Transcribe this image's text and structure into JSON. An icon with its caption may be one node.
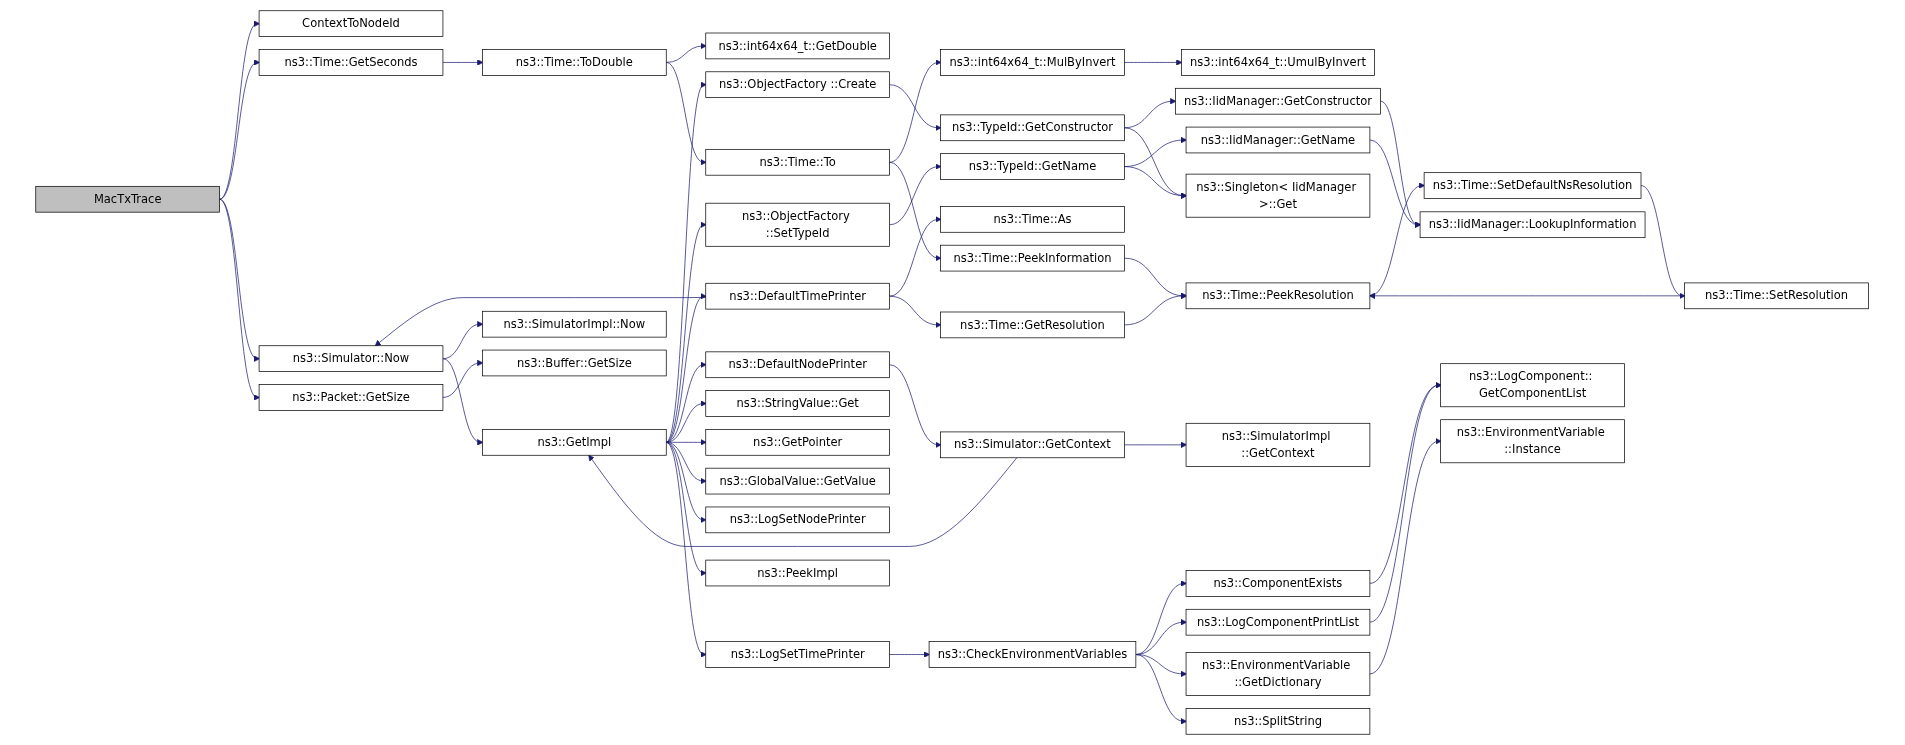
{
  "diagram": {
    "nodes": [
      {
        "text": [
          "MacTxTrace"
        ]
      },
      {
        "text": [
          "ContextToNodeId"
        ]
      },
      {
        "text": [
          "ns3::Time::GetSeconds"
        ]
      },
      {
        "text": [
          "ns3::Simulator::Now"
        ]
      },
      {
        "text": [
          "ns3::Packet::GetSize"
        ]
      },
      {
        "text": [
          "ns3::Time::ToDouble"
        ]
      },
      {
        "text": [
          "ns3::GetImpl"
        ]
      },
      {
        "text": [
          "ns3::SimulatorImpl::Now"
        ]
      },
      {
        "text": [
          "ns3::Buffer::GetSize"
        ]
      },
      {
        "text": [
          "ns3::int64x64_t::GetDouble"
        ]
      },
      {
        "text": [
          "ns3::Time::To"
        ]
      },
      {
        "text": [
          "ns3::DefaultTimePrinter"
        ]
      },
      {
        "text": [
          "ns3::ObjectFactory ::Create"
        ]
      },
      {
        "text": [
          "ns3::ObjectFactory ::SetTypeId"
        ]
      },
      {
        "text": [
          "ns3::DefaultNodePrinter"
        ]
      },
      {
        "text": [
          "ns3::StringValue::Get"
        ]
      },
      {
        "text": [
          "ns3::GetPointer"
        ]
      },
      {
        "text": [
          "ns3::GlobalValue::GetValue"
        ]
      },
      {
        "text": [
          "ns3::LogSetNodePrinter"
        ]
      },
      {
        "text": [
          "ns3::LogSetTimePrinter"
        ]
      },
      {
        "text": [
          "ns3::PeekImpl"
        ]
      },
      {
        "text": [
          "ns3::int64x64_t::MulByInvert"
        ]
      },
      {
        "text": [
          "ns3::Time::PeekInformation"
        ]
      },
      {
        "text": [
          "ns3::Time::GetResolution"
        ]
      },
      {
        "text": [
          "ns3::Time::As"
        ]
      },
      {
        "text": [
          "ns3::TypeId::GetConstructor"
        ]
      },
      {
        "text": [
          "ns3::TypeId::GetName"
        ]
      },
      {
        "text": [
          "ns3::Simulator::GetContext"
        ]
      },
      {
        "text": [
          "ns3::CheckEnvironmentVariables"
        ]
      },
      {
        "text": [
          "ns3::int64x64_t::UmulByInvert"
        ]
      },
      {
        "text": [
          "ns3::Time::PeekResolution"
        ]
      },
      {
        "text": [
          "ns3::IidManager::GetConstructor"
        ]
      },
      {
        "text": [
          "ns3::Singleton< IidManager >::Get"
        ]
      },
      {
        "text": [
          "ns3::IidManager::GetName"
        ]
      },
      {
        "text": [
          "ns3::SimulatorImpl ::GetContext"
        ]
      },
      {
        "text": [
          "ns3::ComponentExists"
        ]
      },
      {
        "text": [
          "ns3::LogComponentPrintList"
        ]
      },
      {
        "text": [
          "ns3::EnvironmentVariable ::GetDictionary"
        ]
      },
      {
        "text": [
          "ns3::SplitString"
        ]
      },
      {
        "text": [
          "ns3::Time::SetDefaultNsResolution"
        ]
      },
      {
        "text": [
          "ns3::IidManager::LookupInformation"
        ]
      },
      {
        "text": [
          "ns3::LogComponent:: GetComponentList"
        ]
      },
      {
        "text": [
          "ns3::EnvironmentVariable ::Instance"
        ]
      },
      {
        "text": [
          "ns3::Time::SetResolution"
        ]
      }
    ],
    "edges": [
      {
        "from": 0,
        "to": 1,
        "arrow": "to"
      },
      {
        "from": 0,
        "to": 2,
        "arrow": "to"
      },
      {
        "from": 0,
        "to": 3,
        "arrow": "to"
      },
      {
        "from": 0,
        "to": 4,
        "arrow": "to"
      },
      {
        "from": 2,
        "to": 5,
        "arrow": "to"
      },
      {
        "from": 5,
        "to": 9,
        "arrow": "to"
      },
      {
        "from": 5,
        "to": 10,
        "arrow": "to"
      },
      {
        "from": 10,
        "to": 21,
        "arrow": "to"
      },
      {
        "from": 10,
        "to": 22,
        "arrow": "to"
      },
      {
        "from": 21,
        "to": 29,
        "arrow": "to"
      },
      {
        "from": 22,
        "to": 30,
        "arrow": "to"
      },
      {
        "from": 30,
        "to": 39,
        "arrow": "to"
      },
      {
        "from": 39,
        "to": 43,
        "arrow": "to"
      },
      {
        "from": 43,
        "to": 30,
        "arrow": "to"
      },
      {
        "from": 3,
        "to": 6,
        "arrow": "to"
      },
      {
        "from": 3,
        "to": 7,
        "arrow": "to"
      },
      {
        "from": 11,
        "to": 3,
        "arrow": "to"
      },
      {
        "from": 4,
        "to": 8,
        "arrow": "to"
      },
      {
        "from": 6,
        "to": 11,
        "arrow": "to"
      },
      {
        "from": 6,
        "to": 12,
        "arrow": "to"
      },
      {
        "from": 6,
        "to": 13,
        "arrow": "to"
      },
      {
        "from": 6,
        "to": 14,
        "arrow": "to"
      },
      {
        "from": 6,
        "to": 15,
        "arrow": "to"
      },
      {
        "from": 6,
        "to": 16,
        "arrow": "to"
      },
      {
        "from": 6,
        "to": 17,
        "arrow": "to"
      },
      {
        "from": 6,
        "to": 18,
        "arrow": "to"
      },
      {
        "from": 6,
        "to": 19,
        "arrow": "to"
      },
      {
        "from": 6,
        "to": 20,
        "arrow": "to"
      },
      {
        "from": 11,
        "to": 23,
        "arrow": "to"
      },
      {
        "from": 11,
        "to": 24,
        "arrow": "to"
      },
      {
        "from": 23,
        "to": 30,
        "arrow": "to"
      },
      {
        "from": 12,
        "to": 25,
        "arrow": "to"
      },
      {
        "from": 25,
        "to": 31,
        "arrow": "to"
      },
      {
        "from": 25,
        "to": 32,
        "arrow": "to"
      },
      {
        "from": 13,
        "to": 26,
        "arrow": "to"
      },
      {
        "from": 26,
        "to": 32,
        "arrow": "to"
      },
      {
        "from": 26,
        "to": 33,
        "arrow": "to"
      },
      {
        "from": 31,
        "to": 40,
        "arrow": "to"
      },
      {
        "from": 33,
        "to": 40,
        "arrow": "to"
      },
      {
        "from": 14,
        "to": 27,
        "arrow": "to"
      },
      {
        "from": 27,
        "to": 6,
        "arrow": "to"
      },
      {
        "from": 27,
        "to": 34,
        "arrow": "to"
      },
      {
        "from": 19,
        "to": 28,
        "arrow": "to"
      },
      {
        "from": 28,
        "to": 35,
        "arrow": "to"
      },
      {
        "from": 28,
        "to": 36,
        "arrow": "to"
      },
      {
        "from": 28,
        "to": 37,
        "arrow": "to"
      },
      {
        "from": 28,
        "to": 38,
        "arrow": "to"
      },
      {
        "from": 35,
        "to": 41,
        "arrow": "to"
      },
      {
        "from": 36,
        "to": 41,
        "arrow": "to"
      },
      {
        "from": 37,
        "to": 42,
        "arrow": "to"
      }
    ]
  }
}
